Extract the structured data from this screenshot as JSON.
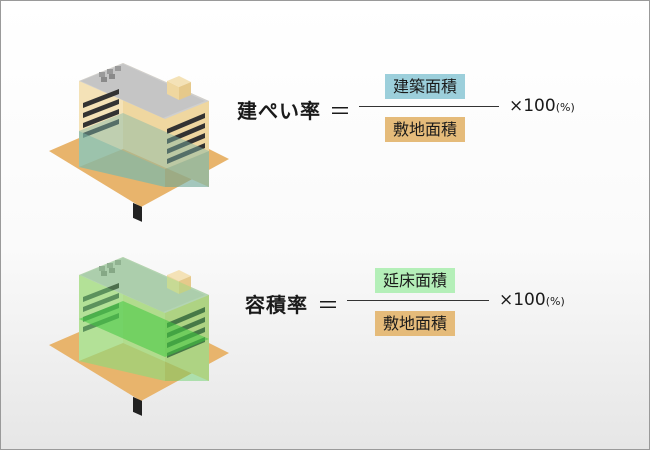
{
  "building_coverage": {
    "term": "建ぺい率",
    "equals": "＝",
    "numerator": "建築面積",
    "denominator": "敷地面積",
    "multiplier": "×100",
    "unit": "(%)"
  },
  "floor_area_ratio": {
    "term": "容積率",
    "equals": "＝",
    "numerator": "延床面積",
    "denominator": "敷地面積",
    "multiplier": "×100",
    "unit": "(%)"
  },
  "colors": {
    "site": "#e8b46c",
    "coverage_highlight": "#7fb8a8",
    "floor_highlight": "#7de07d",
    "numerator_blue": "#9ccfdb",
    "numerator_green": "#b4efb8",
    "denominator": "#e5bb7a"
  }
}
